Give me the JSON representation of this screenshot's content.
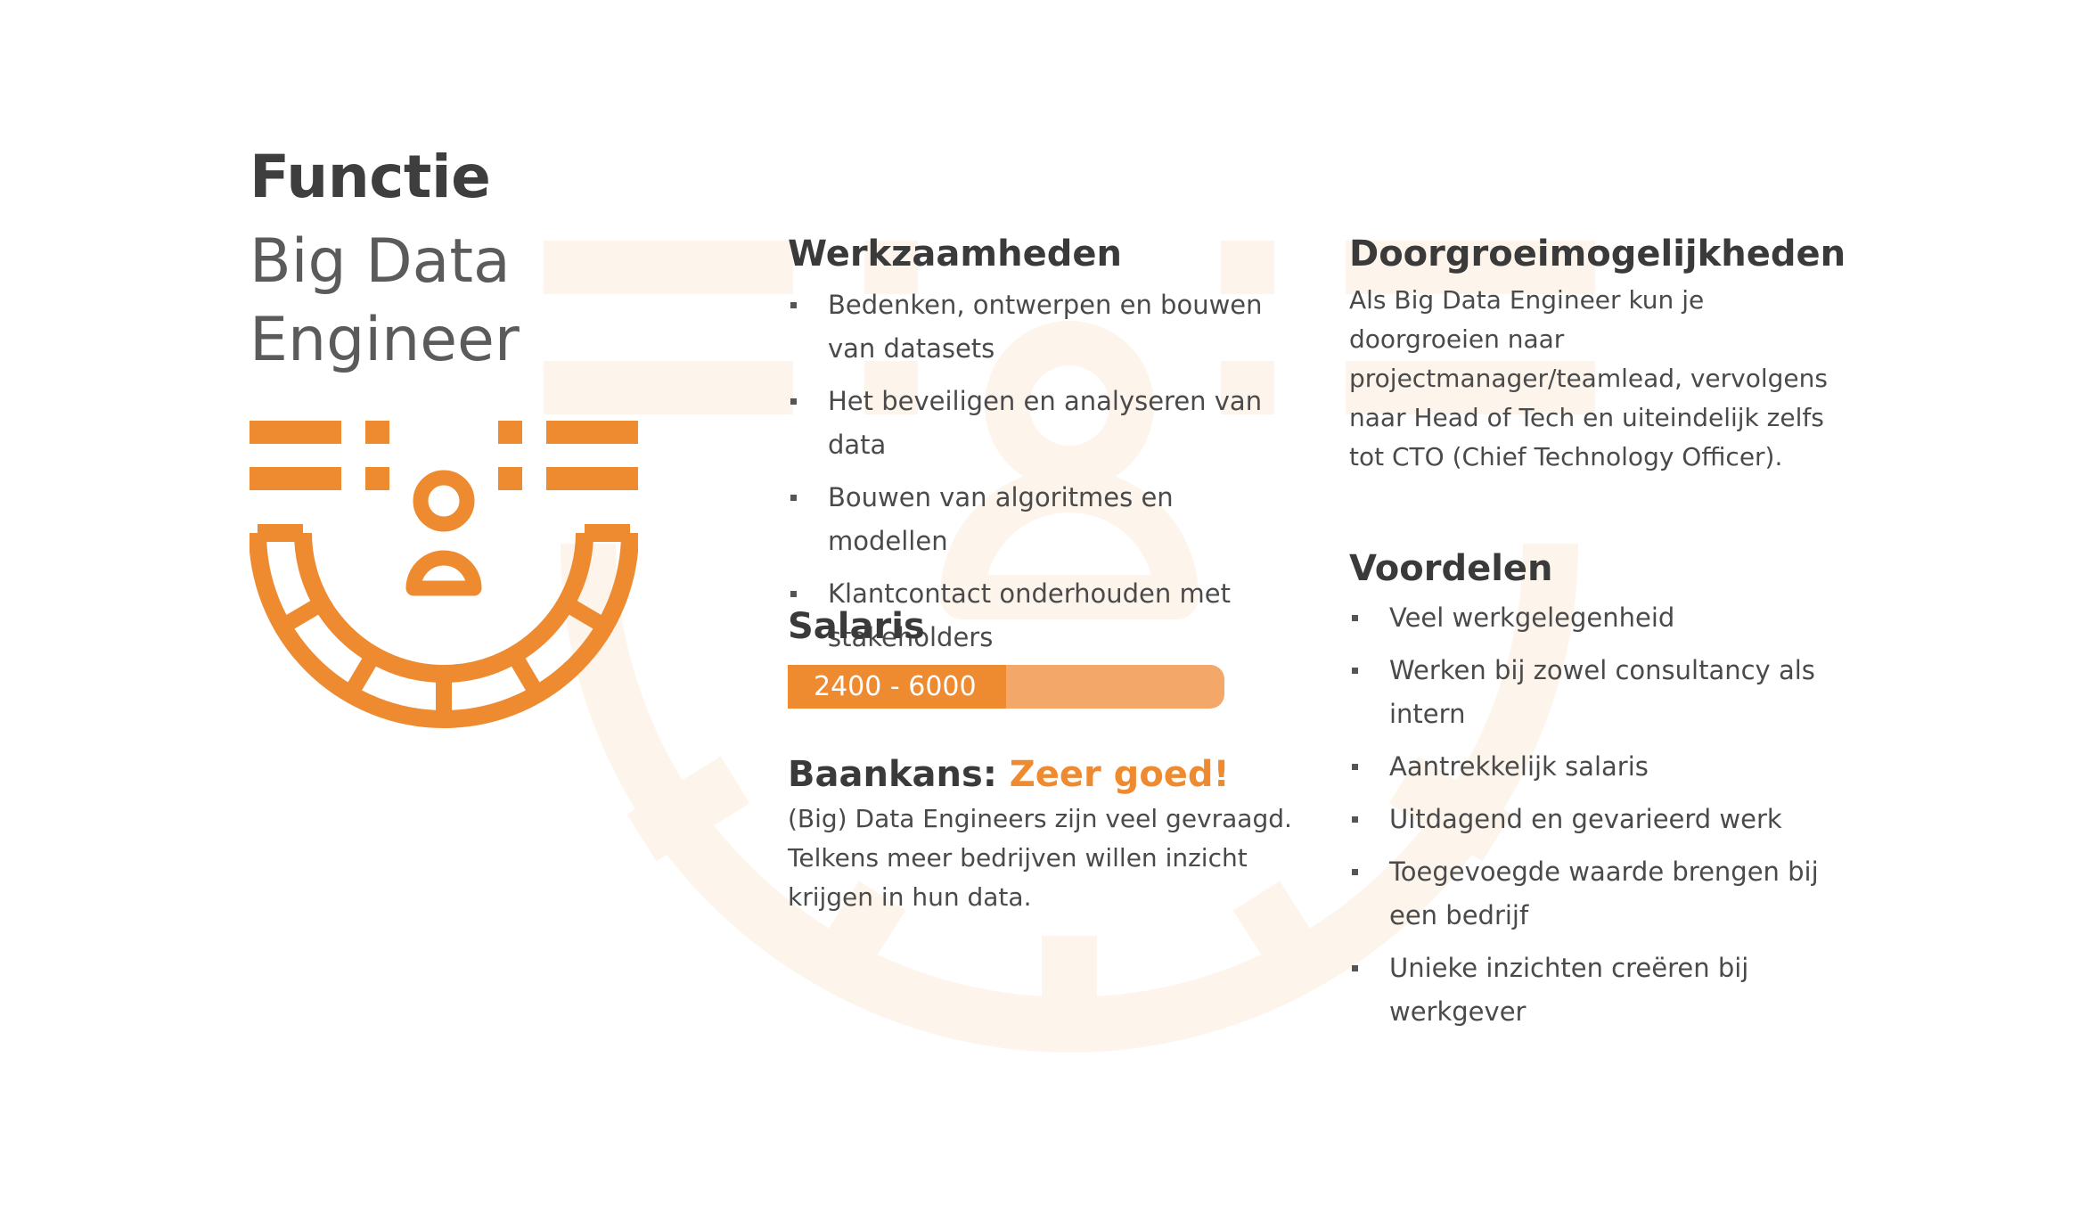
{
  "colors": {
    "accent": "#ee8b31",
    "accent_light": "#f3a86a",
    "watermark": "#fdf4ec",
    "heading": "#3a3a3a",
    "text": "#4a4a4a"
  },
  "left": {
    "title": "Functie",
    "subtitle": "Big Data Engineer",
    "logo_icon": "data-engineer-logo-icon"
  },
  "werkzaamheden": {
    "heading": "Werkzaamheden",
    "items": [
      "Bedenken, ontwerpen en bouwen van datasets",
      "Het beveiligen en analyseren van data",
      "Bouwen van algoritmes en modellen",
      "Klantcontact onderhouden met stakeholders"
    ]
  },
  "salaris": {
    "heading": "Salaris",
    "range_label": "2400 - 6000",
    "bar_fill_fraction": 0.5
  },
  "baankans": {
    "heading_prefix": "Baankans:",
    "rating": "Zeer goed!",
    "text": "(Big) Data Engineers zijn veel gevraagd. Telkens meer bedrijven willen inzicht krijgen in hun data."
  },
  "doorgroei": {
    "heading": "Doorgroeimogelijkheden",
    "text": "Als Big Data Engineer kun je doorgroeien naar projectmanager/teamlead, vervolgens naar Head of Tech en uiteindelijk zelfs tot CTO (Chief Technology Officer)."
  },
  "voordelen": {
    "heading": "Voordelen",
    "items": [
      "Veel werkgelegenheid",
      "Werken bij zowel consultancy als intern",
      "Aantrekkelijk salaris",
      "Uitdagend en gevarieerd werk",
      "Toegevoegde waarde brengen bij een bedrijf",
      "Unieke inzichten creëren bij werkgever"
    ]
  }
}
